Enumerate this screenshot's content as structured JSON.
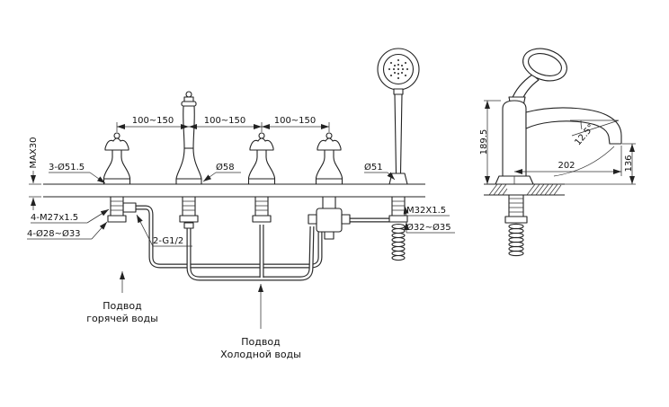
{
  "labels": {
    "max_deck_thickness": "MAX30",
    "deck_holes": "3-Ø51.5",
    "spacing_a": "100~150",
    "spacing_b": "100~150",
    "spacing_c": "100~150",
    "spout_base_dia": "Ø58",
    "shower_base_dia": "Ø51",
    "valve_thread": "4-M27x1.5",
    "valve_hole_dia": "4-Ø28~Ø33",
    "inlet_thread": "2-G1/2",
    "shower_shank_thread": "M32X1.5",
    "shower_hole_dia": "Ø32~Ø35",
    "hot_supply_line1": "Подвод",
    "hot_supply_line2": "горячей воды",
    "cold_supply_line1": "Подвод",
    "cold_supply_line2": "Холодной воды",
    "spout_height": "189.5",
    "spout_reach": "202",
    "outlet_height": "136",
    "spout_angle": "12.5°"
  }
}
